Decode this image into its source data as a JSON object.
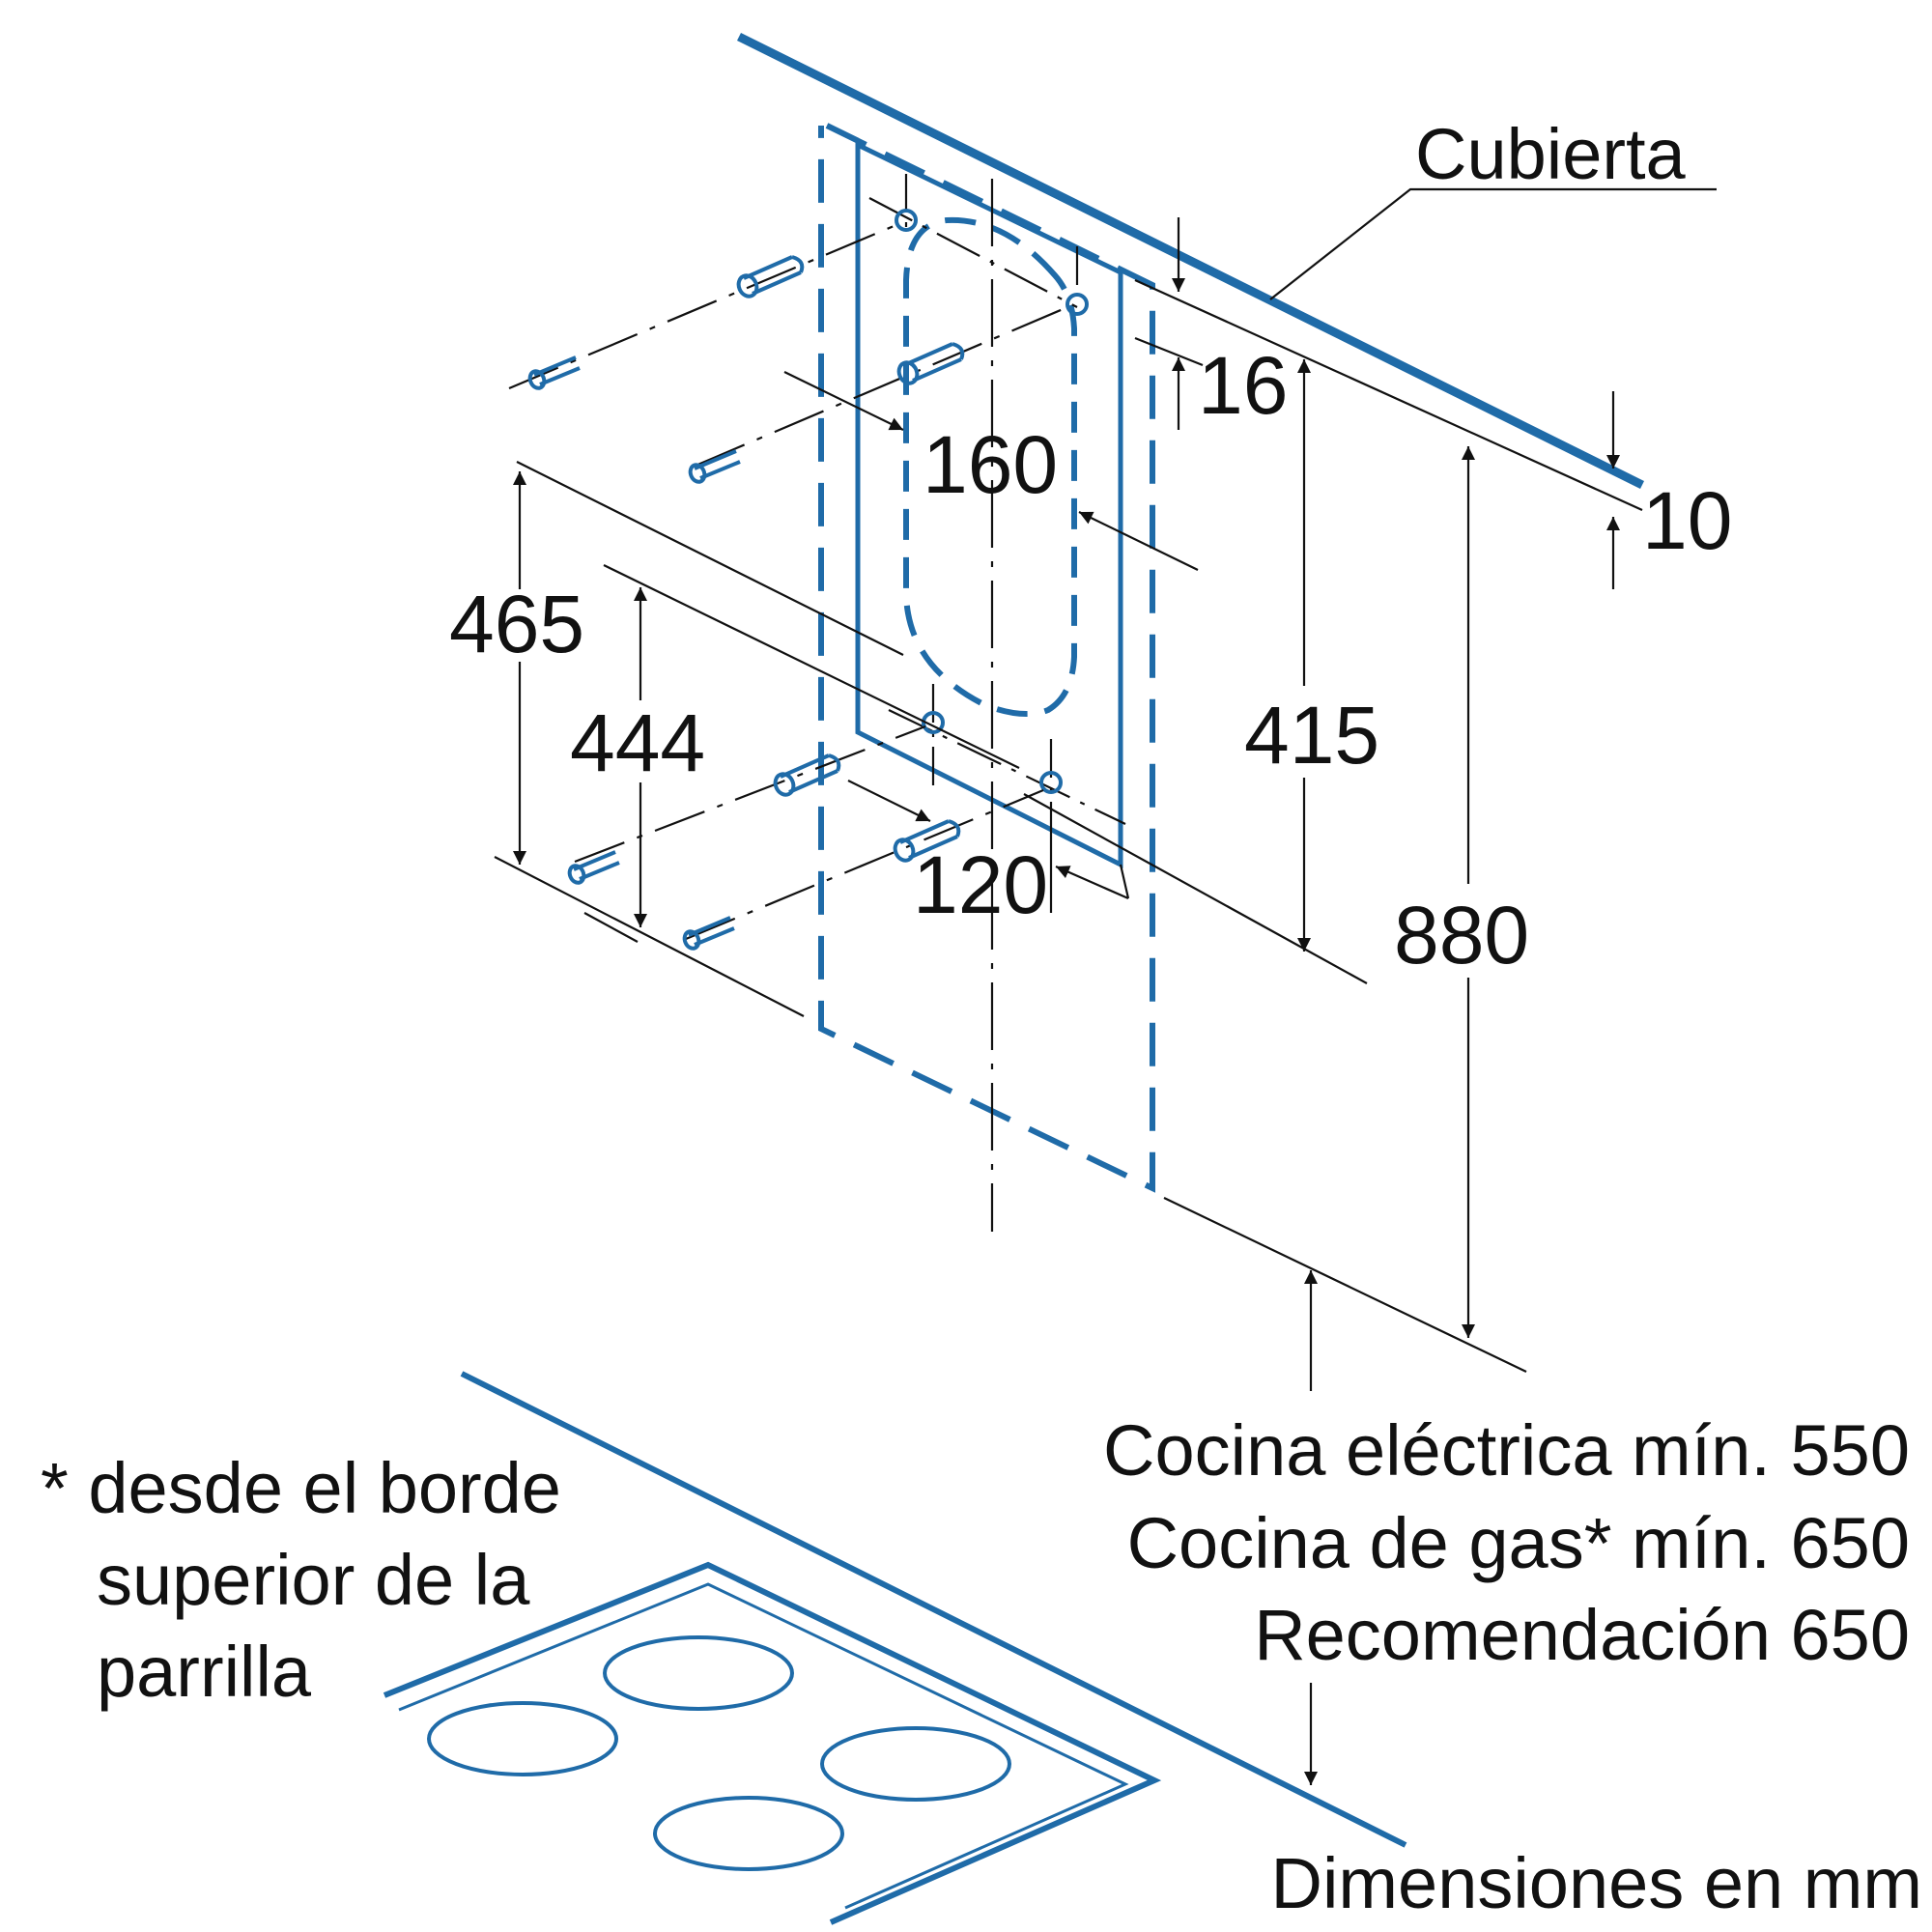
{
  "colors": {
    "primary_line": "#1f6ba8",
    "dimension_line": "#111111"
  },
  "labels": {
    "cubierta": "Cubierta",
    "electrica": "Cocina eléctrica mín. 550",
    "gas": "Cocina de gas* mín. 650",
    "recomendacion": "Recomendación 650",
    "footnote_1": "* desde el borde",
    "footnote_2": "superior de la",
    "footnote_3": "parrilla",
    "units": "Dimensiones en mm"
  },
  "dimensions": {
    "d16": "16",
    "d10": "10",
    "d160": "160",
    "d465": "465",
    "d444": "444",
    "d415": "415",
    "d880": "880",
    "d120": "120"
  }
}
